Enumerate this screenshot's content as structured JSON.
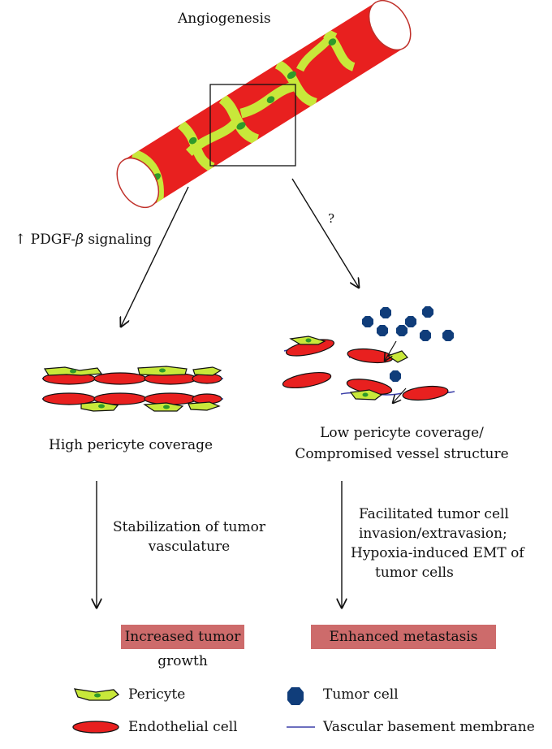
{
  "title": "Angiogenesis",
  "left_branch": {
    "signal_arrow": "↑",
    "signal_prefix": "PDGF-",
    "signal_greek": "β",
    "signal_suffix": " signaling",
    "state_label": "High pericyte coverage",
    "mechanism_lines": [
      "Stabilization of tumor",
      "vasculature"
    ],
    "outcome": "Increased tumor growth"
  },
  "right_branch": {
    "question_mark": "?",
    "state_lines": [
      "Low pericyte coverage/",
      "Compromised vessel structure"
    ],
    "mechanism_lines": [
      "Facilitated tumor cell",
      "invasion/extravasion;",
      "Hypoxia-induced EMT of",
      "tumor cells"
    ],
    "outcome": "Enhanced metastasis"
  },
  "legend": {
    "pericyte": "Pericyte",
    "endothelial": "Endothelial cell",
    "tumor_cell": "Tumor cell",
    "basement_membrane": "Vascular basement membrane"
  },
  "colors": {
    "endothelial": "#e8201f",
    "pericyte": "#c8e83a",
    "pericyte_nucleus": "#2f9a2a",
    "tumor_cell": "#103d7a",
    "membrane": "#3b3fa8",
    "outcome_box": "#cd6b6b"
  }
}
